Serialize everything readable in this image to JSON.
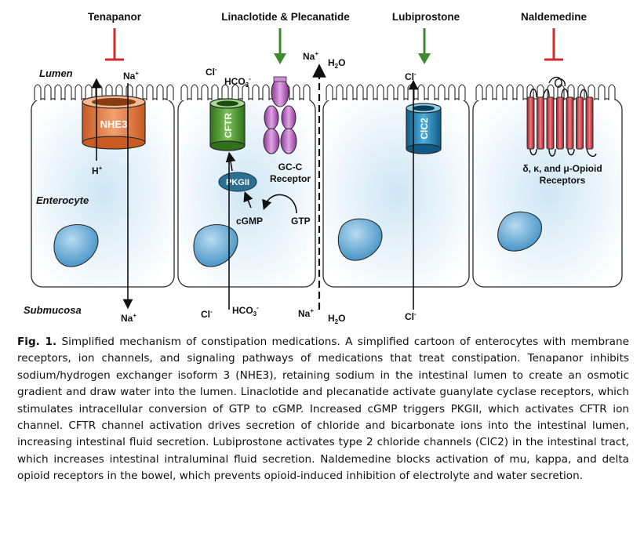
{
  "drugs": {
    "tenapanor": "Tenapanor",
    "linaclotide": "Linaclotide & Plecanatide",
    "lubiprostone": "Lubiprostone",
    "naldemedine": "Naldemedine"
  },
  "zones": {
    "lumen": "Lumen",
    "enterocyte": "Enterocyte",
    "submucosa": "Submucosa"
  },
  "labels": {
    "nhe3": "NHE3",
    "cftr": "CFTR",
    "clc2": "ClC2",
    "pkgii": "PKGII",
    "gcc_line1": "GC-C",
    "gcc_line2": "Receptor",
    "cgmp": "cGMP",
    "gtp": "GTP",
    "opioid_line1": "δ, κ, and μ-Opioid",
    "opioid_line2": "Receptors"
  },
  "ions": {
    "na_plus": "Na",
    "h_plus": "H",
    "cl_minus": "Cl",
    "hco3_minus": "HCO",
    "h2o": "H",
    "plus": "+",
    "minus": "-",
    "sub2": "2",
    "sub3": "3",
    "o": "O"
  },
  "colors": {
    "inhibit": "#d42a2a",
    "activate": "#3f8a2f",
    "nhe3": "#e07a3e",
    "cftr": "#4e9a2e",
    "clc2": "#1f7fb0",
    "gcc": "#b45bbd",
    "pkgii": "#2c6f91",
    "opioid": "#c8323c",
    "cytoplasm": "#d8ebf6",
    "nucleus": "#7ab6dc"
  },
  "caption": {
    "label": "Fig. 1.",
    "text": "Simplified mechanism of constipation medications. A simplified cartoon of enterocytes with membrane receptors, ion channels, and signaling pathways of medications that treat constipation. Tenapanor inhibits sodium/hydrogen exchanger isoform 3 (NHE3), retaining sodium in the intestinal lumen to create an osmotic gradient and draw water into the lumen. Linaclotide and plecanatide activate guanylate cyclase receptors, which stimulates intracellular conversion of GTP to cGMP. Increased cGMP triggers PKGII, which activates CFTR ion channel. CFTR channel activation drives secretion of chloride and bicarbonate ions into the intestinal lumen, increasing intestinal fluid secretion. Lubiprostone activates type 2 chloride channels (ClC2) in the intestinal tract, which increases intestinal intraluminal fluid secretion. Naldemedine blocks activation of mu, kappa, and delta opioid receptors in the bowel, which prevents opioid-induced inhibition of electrolyte and water secretion."
  }
}
